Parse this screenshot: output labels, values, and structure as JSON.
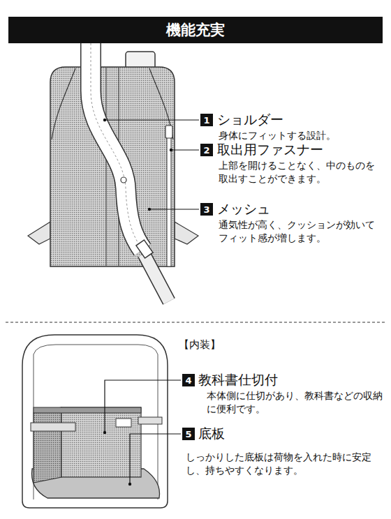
{
  "diagram": {
    "title": "機能充実",
    "nodes": [
      {
        "text": [
          "1"
        ]
      },
      {
        "text": [
          "2"
        ]
      },
      {
        "text": [
          "3"
        ]
      },
      {
        "text": [
          "4"
        ]
      },
      {
        "text": [
          "5"
        ]
      }
    ],
    "labels": [
      "ショルダー",
      "身体にフィットする設計。",
      "取出用ファスナー",
      "上部を開けることなく、中のものを取出すことができます。",
      "メッシュ",
      "通気性が高く、クッションが効いてフィット感が増します。",
      "【内装】",
      "教科書仕切付",
      "本体側に仕切があり、教科書などの収納に便利です。",
      "底板",
      "しっかりした底板は荷物を入れた時に安定し、持ちやすくなります。"
    ]
  }
}
